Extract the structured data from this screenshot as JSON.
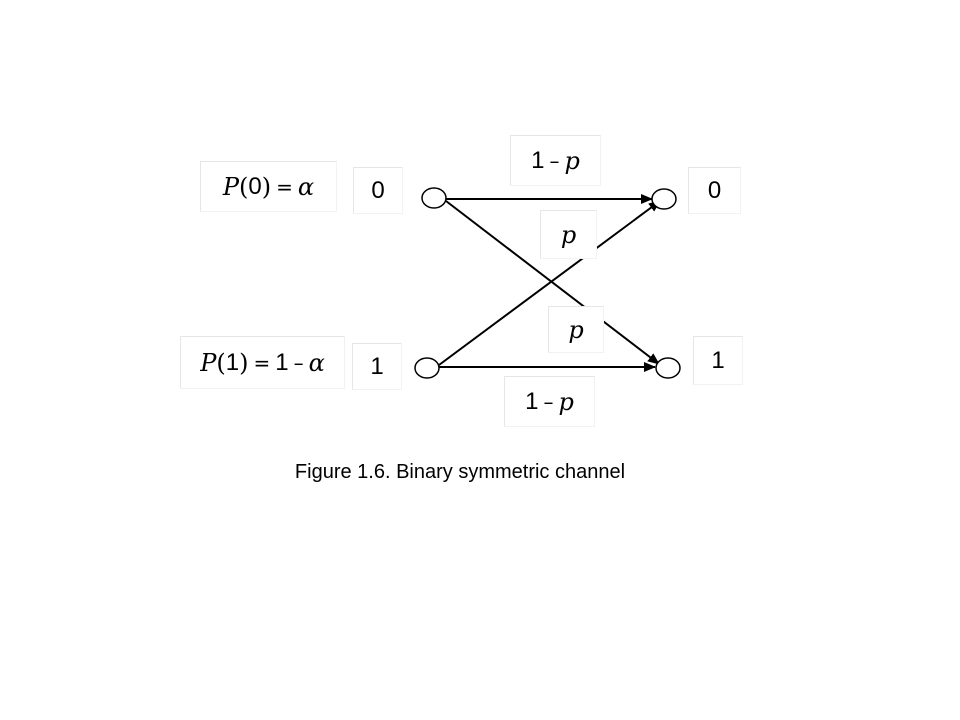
{
  "diagram": {
    "input_prob_0": {
      "var": "P",
      "open": "(",
      "arg": "0",
      "close": ")",
      "eq": "=",
      "value": "α"
    },
    "input_prob_1": {
      "var": "P",
      "open": "(",
      "arg": "1",
      "close": ")",
      "eq": "=",
      "one": "1",
      "minus": "–",
      "value": "α"
    },
    "input_label_0": "0",
    "input_label_1": "1",
    "output_label_0": "0",
    "output_label_1": "1",
    "transition_00": {
      "one": "1",
      "minus": "–",
      "var": "p"
    },
    "transition_01": {
      "var": "p"
    },
    "transition_10": {
      "var": "p"
    },
    "transition_11": {
      "one": "1",
      "minus": "–",
      "var": "p"
    }
  },
  "caption": "Figure 1.6. Binary symmetric channel"
}
